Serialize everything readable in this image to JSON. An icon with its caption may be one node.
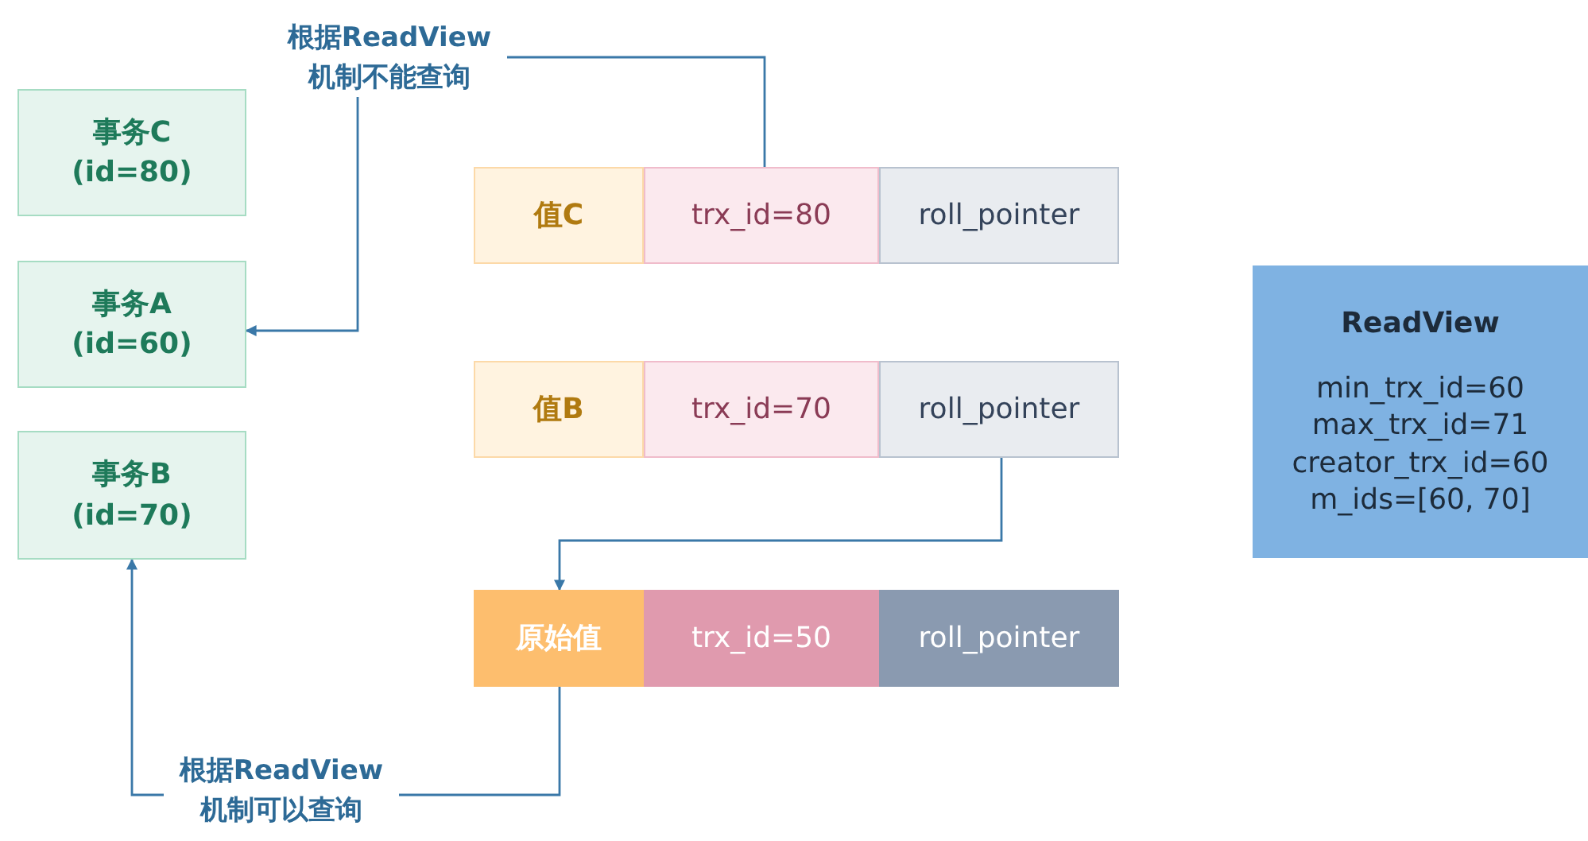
{
  "diagram": {
    "nodes": [
      {
        "text": [
          "事务C",
          "(id=80)"
        ]
      },
      {
        "text": [
          "事务A",
          "(id=60)"
        ]
      },
      {
        "text": [
          "事务B",
          "(id=70)"
        ]
      },
      {
        "text": [
          "值C"
        ]
      },
      {
        "text": [
          "trx_id=80"
        ]
      },
      {
        "text": [
          "roll_pointer"
        ]
      },
      {
        "text": [
          "值B"
        ]
      },
      {
        "text": [
          "trx_id=70"
        ]
      },
      {
        "text": [
          "roll_pointer"
        ]
      },
      {
        "text": [
          "原始值"
        ]
      },
      {
        "text": [
          "trx_id=50"
        ]
      },
      {
        "text": [
          "roll_pointer"
        ]
      },
      {
        "text": [
          "ReadView",
          "min_trx_id=60",
          "max_trx_id=71",
          "creator_trx_id=60",
          "m_ids=[60, 70]"
        ]
      }
    ],
    "edges": [
      {
        "from": 4,
        "to": 1,
        "arrow": "to",
        "label": "根据ReadView机制不能查询"
      },
      {
        "from": 8,
        "to": 9,
        "arrow": "to"
      },
      {
        "from": 9,
        "to": 2,
        "arrow": "to",
        "label": "根据ReadView机制可以查询"
      }
    ]
  }
}
